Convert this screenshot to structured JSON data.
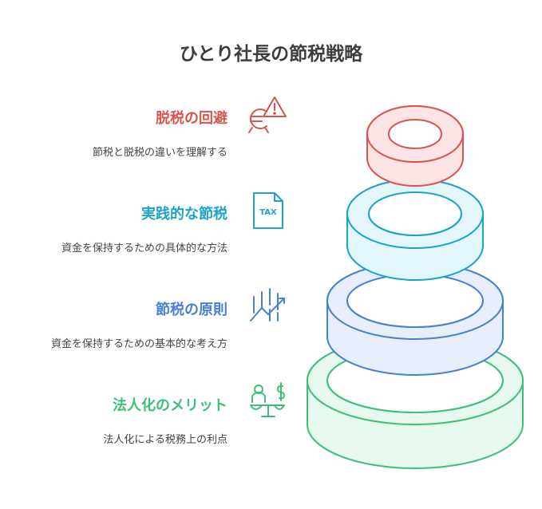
{
  "title": "ひとり社長の節税戦略",
  "items": [
    {
      "title": "脱税の回避",
      "desc": "節税と脱税の違いを理解する",
      "color": "#d9534f",
      "icon": "euro-warning-icon"
    },
    {
      "title": "実践的な節税",
      "desc": "資金を保持するための具体的な方法",
      "color": "#1ba4c9",
      "icon": "tax-document-icon"
    },
    {
      "title": "節税の原則",
      "desc": "資金を保持するための基本的な考え方",
      "color": "#4a7fd6",
      "icon": "chart-trend-icon"
    },
    {
      "title": "法人化のメリット",
      "desc": "法人化による税務上の利点",
      "color": "#3dbf7a",
      "icon": "person-balance-icon"
    }
  ],
  "icon_text": {
    "tax": "TAX"
  }
}
